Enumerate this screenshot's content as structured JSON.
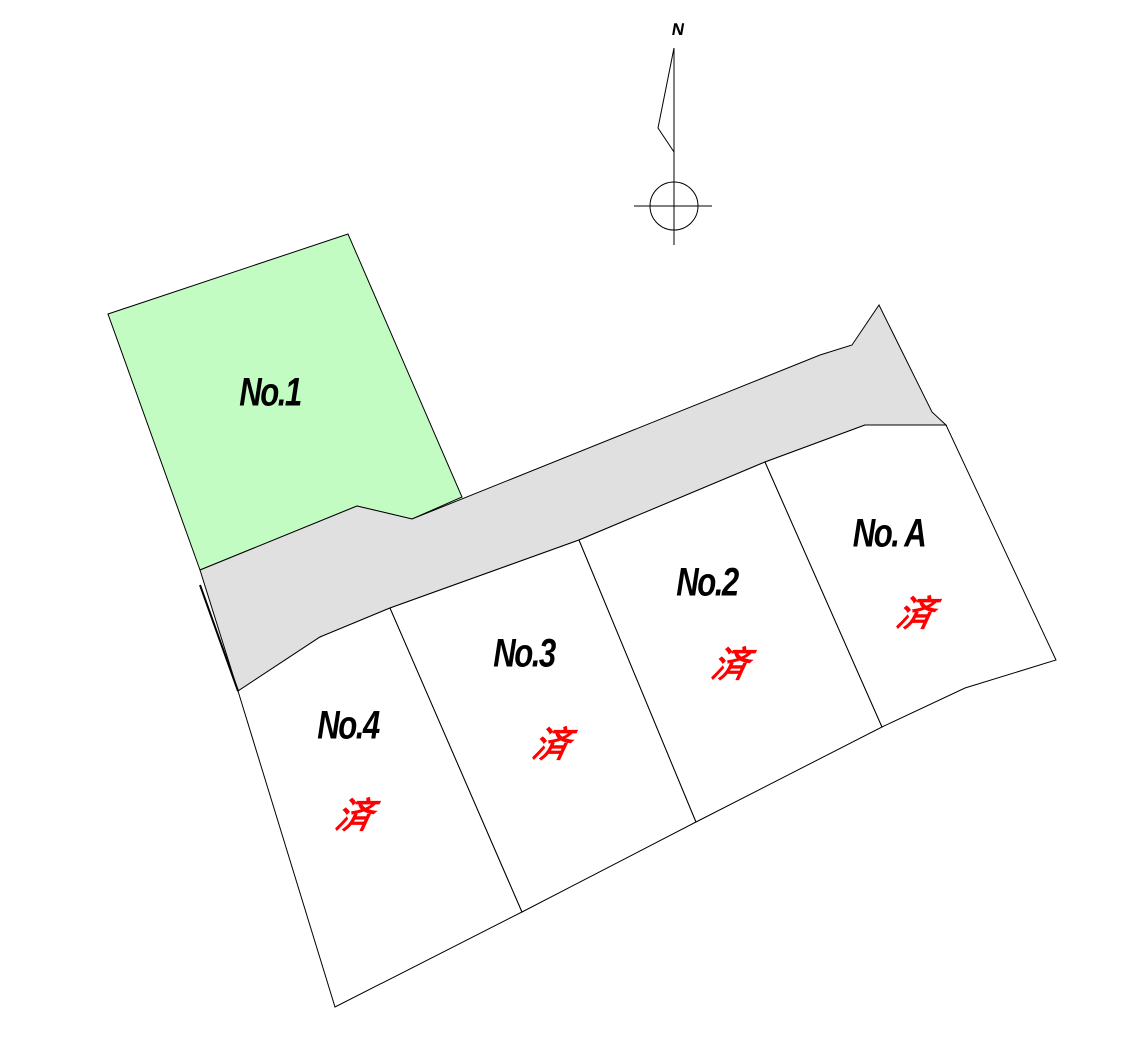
{
  "north_label": "N",
  "colors": {
    "available_lot": "#c2fcc2",
    "road": "#e0e0e0",
    "sold_mark": "#ff0000"
  },
  "lots": [
    {
      "id": "1",
      "label": "No.1",
      "status": "available",
      "mark": ""
    },
    {
      "id": "2",
      "label": "No.2",
      "status": "sold",
      "mark": "済"
    },
    {
      "id": "3",
      "label": "No.3",
      "status": "sold",
      "mark": "済"
    },
    {
      "id": "4",
      "label": "No.4",
      "status": "sold",
      "mark": "済"
    },
    {
      "id": "A",
      "label": "No. A",
      "status": "sold",
      "mark": "済"
    }
  ]
}
